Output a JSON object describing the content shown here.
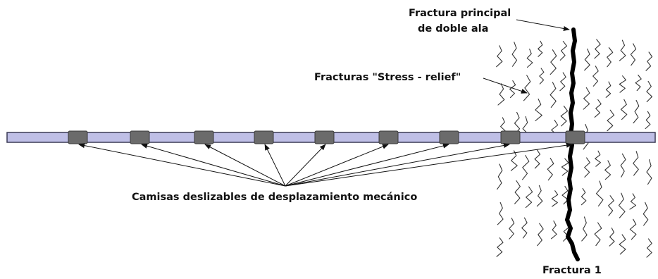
{
  "labels": {
    "main_fracture_line1": "Fractura principal",
    "main_fracture_line2": "de doble ala",
    "stress_relief": "Fracturas \"Stress - relief\"",
    "sleeves": "Camisas deslizables de desplazamiento mecánico",
    "fracture1": "Fractura 1"
  },
  "colors": {
    "pipe_fill": "#bfbfe6",
    "sleeve_fill": "#6b6b6b",
    "fracture": "#000000"
  }
}
